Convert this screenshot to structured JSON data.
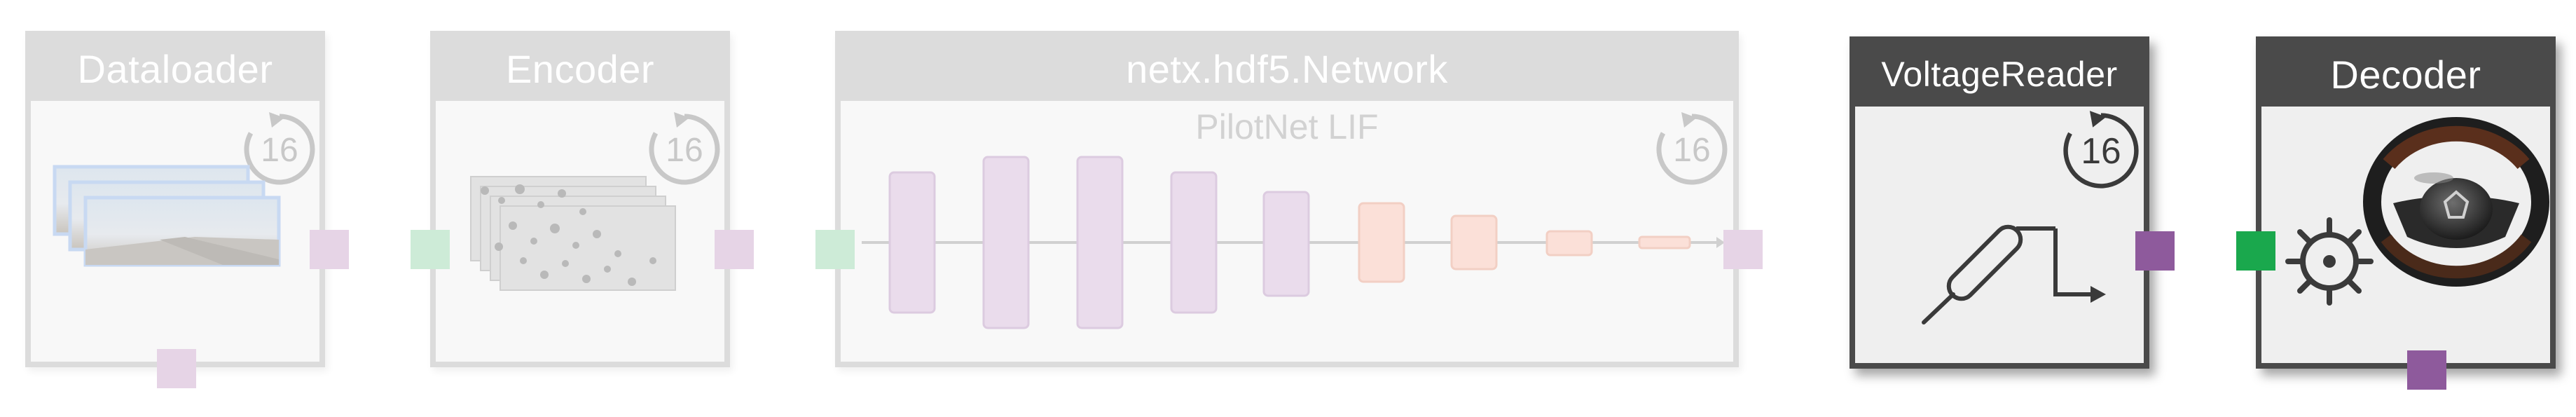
{
  "blocks": {
    "dataloader": {
      "title": "Dataloader",
      "badge": "16"
    },
    "encoder": {
      "title": "Encoder",
      "badge": "16"
    },
    "network": {
      "title": "netx.hdf5.Network",
      "subtitle": "PilotNet LIF",
      "badge": "16"
    },
    "voltage_reader": {
      "title": "VoltageReader",
      "badge": "16"
    },
    "decoder": {
      "title": "Decoder"
    }
  },
  "colors": {
    "faded_border": "#dcdcdc",
    "active_border": "#4a4a4a",
    "input_port_faded": "#cdebd7",
    "output_port_faded": "#e6d4e6",
    "input_port_active": "#1aa84d",
    "output_port_active": "#8e5a9c",
    "conv_layer": "#eadcec",
    "dense_layer": "#fbe0d8"
  },
  "icons": [
    "refresh-16-icon",
    "probe-icon",
    "gear-icon",
    "steering-wheel-icon",
    "road-image-stack",
    "encoded-image-stack"
  ]
}
